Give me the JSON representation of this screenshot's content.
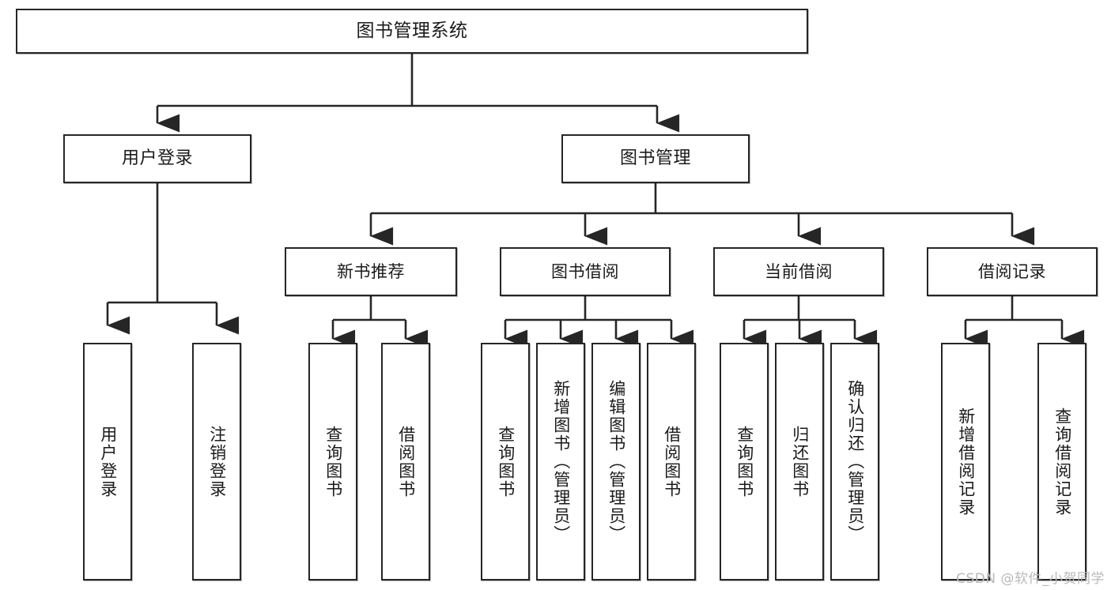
{
  "diagram": {
    "type": "tree",
    "title": "图书管理系统",
    "orientation": "top-down",
    "style": {
      "box_fill": "#ffffff",
      "box_stroke": "#262626",
      "connector_color": "#262626",
      "text_color": "#1a1a1a",
      "background": "#ffffff",
      "watermark_color": "#b9b9b9"
    },
    "root": {
      "label": "图书管理系统"
    },
    "level1": [
      {
        "label": "用户登录"
      },
      {
        "label": "图书管理"
      }
    ],
    "level2": [
      {
        "label": "新书推荐"
      },
      {
        "label": "图书借阅"
      },
      {
        "label": "当前借阅"
      },
      {
        "label": "借阅记录"
      }
    ],
    "leaves": [
      {
        "label": "用户登录",
        "parent": "用户登录"
      },
      {
        "label": "注销登录",
        "parent": "用户登录"
      },
      {
        "label": "查询图书",
        "parent": "新书推荐"
      },
      {
        "label": "借阅图书",
        "parent": "新书推荐"
      },
      {
        "label": "查询图书",
        "parent": "图书借阅"
      },
      {
        "label": "新增图书（管理员）",
        "parent": "图书借阅"
      },
      {
        "label": "编辑图书（管理员）",
        "parent": "图书借阅"
      },
      {
        "label": "借阅图书",
        "parent": "图书借阅"
      },
      {
        "label": "查询图书",
        "parent": "当前借阅"
      },
      {
        "label": "归还图书",
        "parent": "当前借阅"
      },
      {
        "label": "确认归还（管理员）",
        "parent": "当前借阅"
      },
      {
        "label": "新增借阅记录",
        "parent": "借阅记录"
      },
      {
        "label": "查询借阅记录",
        "parent": "借阅记录"
      }
    ]
  },
  "watermark": {
    "text": "CSDN @软件_小贺同学"
  }
}
